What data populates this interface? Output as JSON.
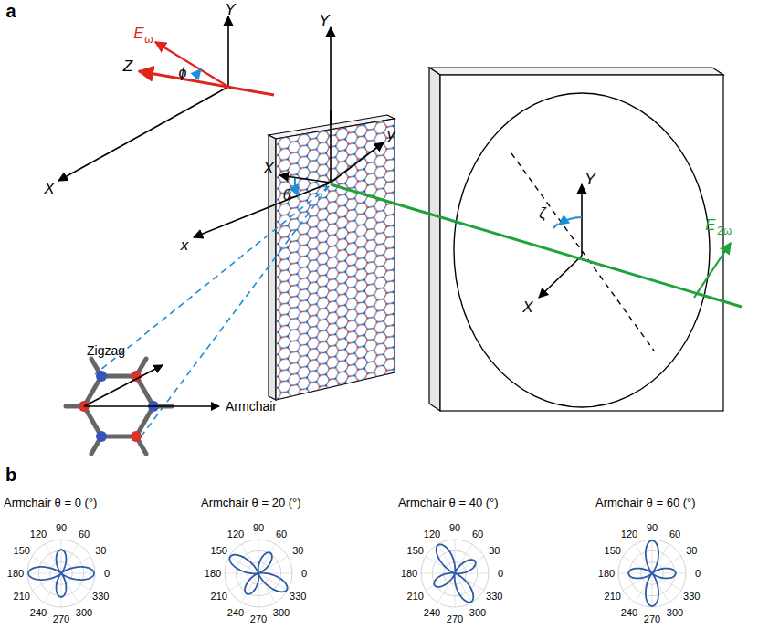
{
  "diagram": {
    "labels": [
      "a",
      "Y",
      "E",
      "ω",
      "Z",
      "ϕ",
      "X",
      "θ",
      "X",
      "Y",
      "y",
      "x",
      "Zigzag",
      "Armchair",
      "Y",
      "E",
      "2ω",
      "ζ",
      "X",
      "b",
      "Armchair θ = 0 (°)",
      "0",
      "30",
      "60",
      "90",
      "120",
      "150",
      "180",
      "210",
      "240",
      "270",
      "300",
      "330",
      "Armchair θ = 20 (°)",
      "0",
      "30",
      "60",
      "90",
      "120",
      "150",
      "180",
      "210",
      "240",
      "270",
      "300",
      "330",
      "Armchair θ = 40 (°)",
      "0",
      "30",
      "60",
      "90",
      "120",
      "150",
      "180",
      "210",
      "240",
      "270",
      "300",
      "330",
      "Armchair θ = 60 (°)",
      "0",
      "30",
      "60",
      "90",
      "120",
      "150",
      "180",
      "210",
      "240",
      "270",
      "300",
      "330"
    ]
  }
}
